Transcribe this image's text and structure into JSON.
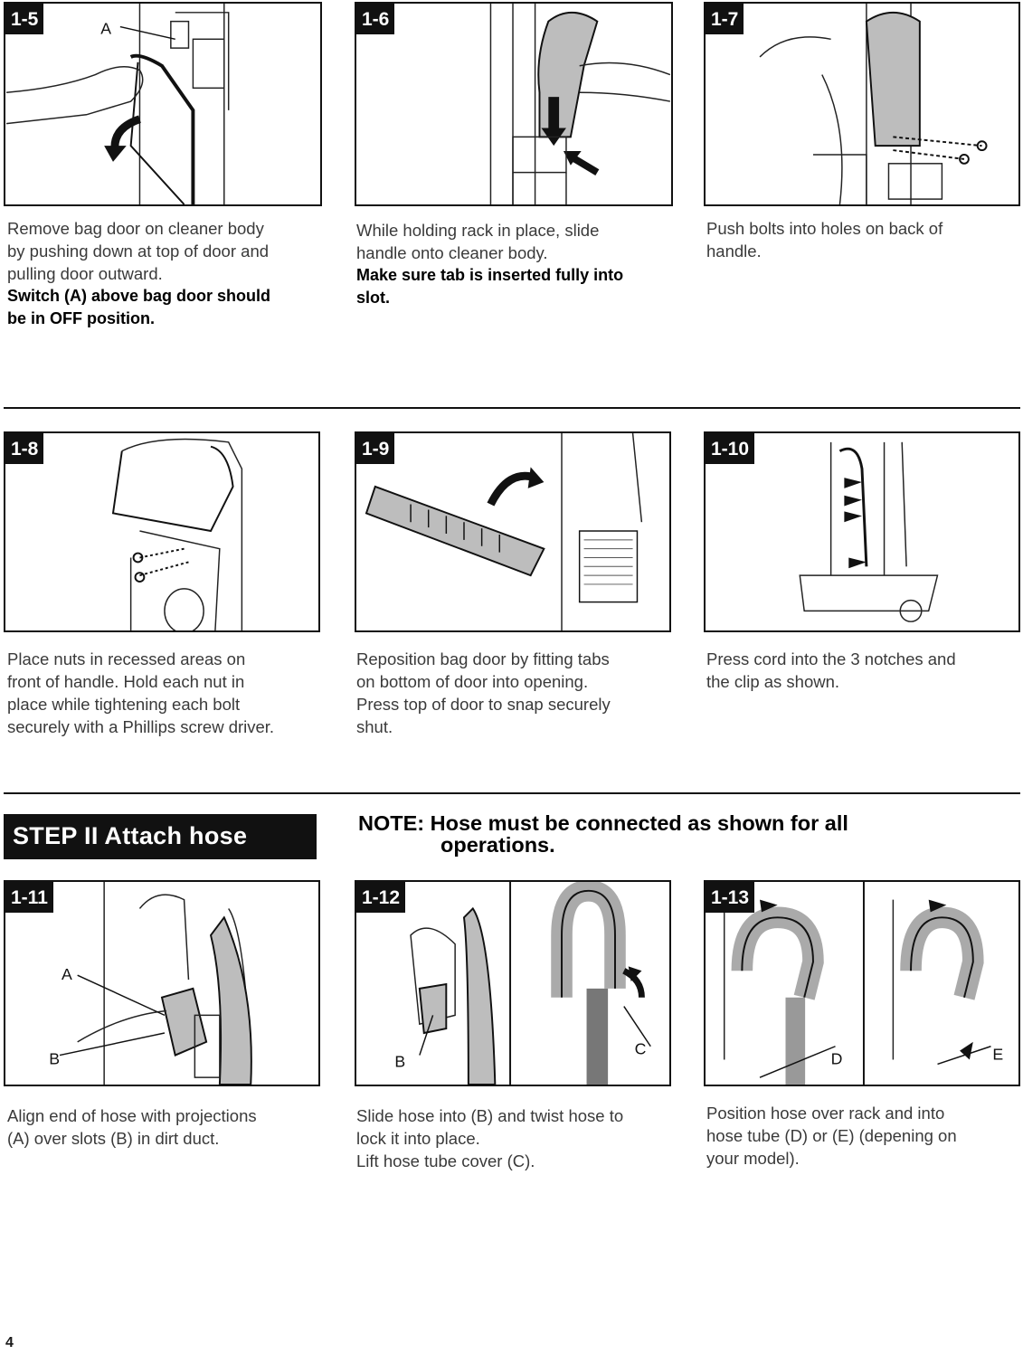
{
  "page_number": "4",
  "step_banner": "STEP II Attach hose",
  "note": {
    "line1": "NOTE: Hose must be connected as shown for all",
    "line2": "operations."
  },
  "steps": {
    "s1_5": {
      "label": "1-5",
      "callouts": [
        "A"
      ],
      "text": [
        "Remove bag door on cleaner body",
        "by pushing down at top of door and",
        "pulling door outward."
      ],
      "note": [
        "Switch (A) above bag door should",
        "be in OFF position."
      ]
    },
    "s1_6": {
      "label": "1-6",
      "text": [
        "While holding rack in place, slide",
        "handle onto cleaner body."
      ],
      "note": [
        "Make sure tab is inserted fully into",
        "slot."
      ]
    },
    "s1_7": {
      "label": "1-7",
      "text": [
        "Push bolts into holes on back of",
        "handle."
      ]
    },
    "s1_8": {
      "label": "1-8",
      "text": [
        "Place nuts in recessed areas on",
        "front of handle. Hold each nut in",
        "place while tightening each bolt",
        "securely with a Phillips screw driver."
      ]
    },
    "s1_9": {
      "label": "1-9",
      "text": [
        "Reposition bag door by fitting tabs",
        "on bottom of door into opening.",
        "Press top of door to snap securely",
        "shut."
      ]
    },
    "s1_10": {
      "label": "1-10",
      "text": [
        "Press cord into the 3 notches and",
        "the clip as shown."
      ]
    },
    "s1_11": {
      "label": "1-11",
      "callouts": [
        "A",
        "B"
      ],
      "text": [
        "Align end of hose with projections",
        "(A) over slots (B) in dirt duct."
      ]
    },
    "s1_12": {
      "label": "1-12",
      "callouts": [
        "B",
        "C"
      ],
      "text": [
        "Slide hose into (B) and twist hose to",
        "lock it into place.",
        "Lift hose tube cover (C)."
      ]
    },
    "s1_13": {
      "label": "1-13",
      "callouts": [
        "D",
        "E"
      ],
      "text": [
        "Position hose over rack and into",
        "hose tube (D) or (E) (depening on",
        "your model)."
      ]
    }
  },
  "colors": {
    "ink": "#111111",
    "text": "#3a3a3a",
    "paper": "#ffffff",
    "shade": "#bdbdbd"
  }
}
